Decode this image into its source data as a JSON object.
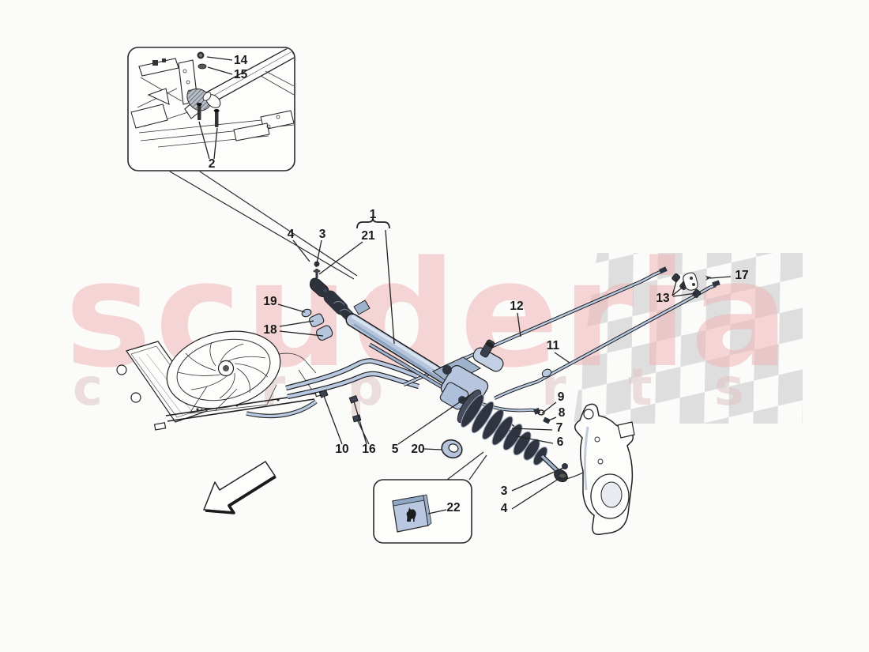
{
  "watermark": {
    "brand": "scuderia",
    "subtitle": "c a r p a r t s",
    "brand_color": "#efb6b6",
    "subtitle_color": "#e0c6c6"
  },
  "flag": {
    "checker_color": "#dcdcdc"
  },
  "palette": {
    "background": "#fbfbfa",
    "line": "#222222",
    "part_fill": "#b9c7de",
    "part_highlight": "#d8e1f0",
    "part_shadow": "#8da3c2",
    "dark_part": "#2f3440"
  },
  "icons": {
    "badge": "prancing-horse-icon",
    "arrow": "direction-arrow"
  },
  "callouts": [
    {
      "label": "14"
    },
    {
      "label": "15"
    },
    {
      "label": "2"
    },
    {
      "label": "4"
    },
    {
      "label": "3"
    },
    {
      "label": "1"
    },
    {
      "label": "21"
    },
    {
      "label": "19"
    },
    {
      "label": "18"
    },
    {
      "label": "12"
    },
    {
      "label": "11"
    },
    {
      "label": "13"
    },
    {
      "label": "17"
    },
    {
      "label": "9"
    },
    {
      "label": "8"
    },
    {
      "label": "7"
    },
    {
      "label": "6"
    },
    {
      "label": "10"
    },
    {
      "label": "16"
    },
    {
      "label": "5"
    },
    {
      "label": "20"
    },
    {
      "label": "3"
    },
    {
      "label": "4"
    },
    {
      "label": "22"
    }
  ]
}
